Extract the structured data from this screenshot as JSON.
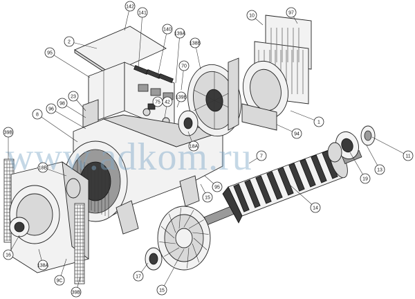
{
  "watermark": "www.adkom.ru",
  "callouts": [
    "142",
    "141",
    "97",
    "10",
    "2",
    "95",
    "140",
    "139A",
    "138B",
    "70",
    "139B",
    "23",
    "98",
    "96",
    "8",
    "75",
    "42",
    "18A",
    "1",
    "94",
    "39B",
    "18B",
    "95",
    "15",
    "7",
    "11",
    "19",
    "13",
    "14",
    "16",
    "138A",
    "9C",
    "39B",
    "17",
    "15"
  ]
}
